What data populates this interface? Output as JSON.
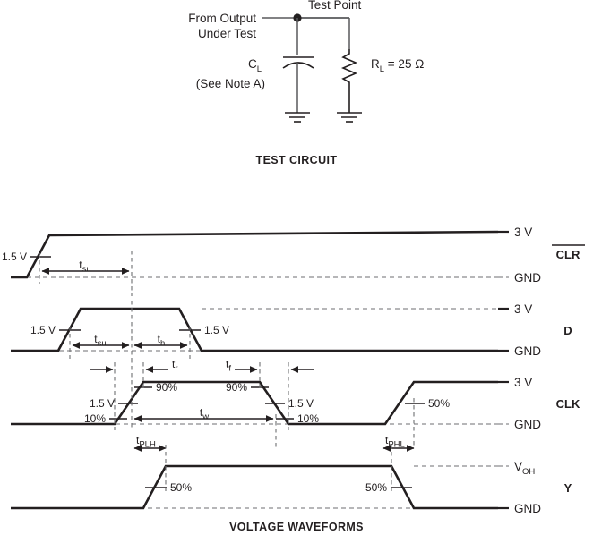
{
  "test_circuit": {
    "source_label_line1": "From Output",
    "source_label_line2": "Under Test",
    "test_point_label": "Test Point",
    "cap_label": "C",
    "cap_sub": "L",
    "cap_note": "(See Note A)",
    "res_label": "R",
    "res_sub": "L",
    "res_value": " = 25 Ω",
    "caption": "TEST CIRCUIT"
  },
  "waveforms": {
    "caption": "VOLTAGE WAVEFORMS",
    "signals": [
      {
        "name": "CLR",
        "overbar": true,
        "high_label": "3 V",
        "low_label": "GND",
        "markers": [
          "1.5 V"
        ],
        "timing": [
          "t",
          "su"
        ]
      },
      {
        "name": "D",
        "overbar": false,
        "high_label": "3 V",
        "low_label": "GND",
        "markers": [
          "1.5 V",
          "1.5 V"
        ],
        "timing": [
          "t",
          "su",
          "t",
          "h"
        ]
      },
      {
        "name": "CLK",
        "overbar": false,
        "high_label": "3 V",
        "low_label": "GND",
        "markers": [
          "90%",
          "10%",
          "1.5 V",
          "90%",
          "10%",
          "1.5 V",
          "50%"
        ],
        "timing": [
          "t",
          "r",
          "t",
          "f",
          "t",
          "w"
        ]
      },
      {
        "name": "Y",
        "overbar": false,
        "high_label": "V",
        "high_sub": "OH",
        "low_label": "GND",
        "markers": [
          "50%",
          "50%"
        ],
        "timing": [
          "t",
          "PLH",
          "t",
          "PHL"
        ]
      }
    ],
    "labels": {
      "v15": "1.5 V",
      "p90": "90%",
      "p10": "10%",
      "p50": "50%",
      "gnd": "GND",
      "v3": "3 V",
      "voh_main": "V",
      "voh_sub": "OH",
      "t": "t",
      "su": "su",
      "h": "h",
      "r": "r",
      "f": "f",
      "w": "w",
      "plh": "PLH",
      "phl": "PHL",
      "clr": "CLR",
      "d": "D",
      "clk": "CLK",
      "y": "Y"
    }
  },
  "colors": {
    "ink": "#231f20",
    "wire": "#58595b",
    "dash": "#6d6e71",
    "background": "#ffffff"
  }
}
